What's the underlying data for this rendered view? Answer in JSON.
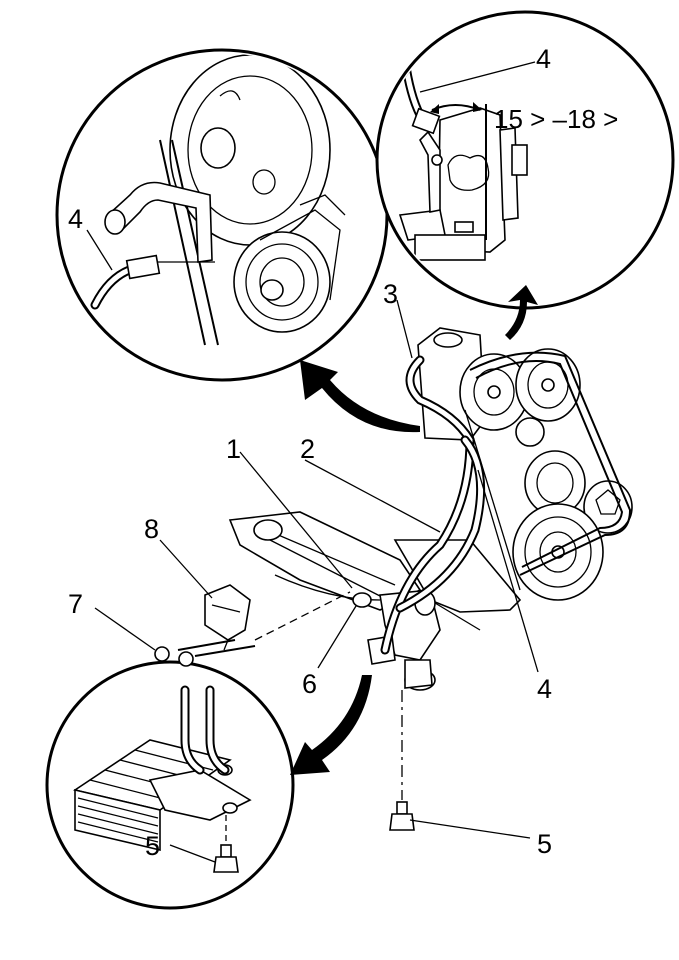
{
  "callouts": [
    "1",
    "2",
    "3",
    "4",
    "4",
    "4",
    "5",
    "5",
    "6",
    "7",
    "8"
  ],
  "torque_spec": "15 > –18 >",
  "colors": {
    "ink": "#000000",
    "paper": "#ffffff"
  }
}
